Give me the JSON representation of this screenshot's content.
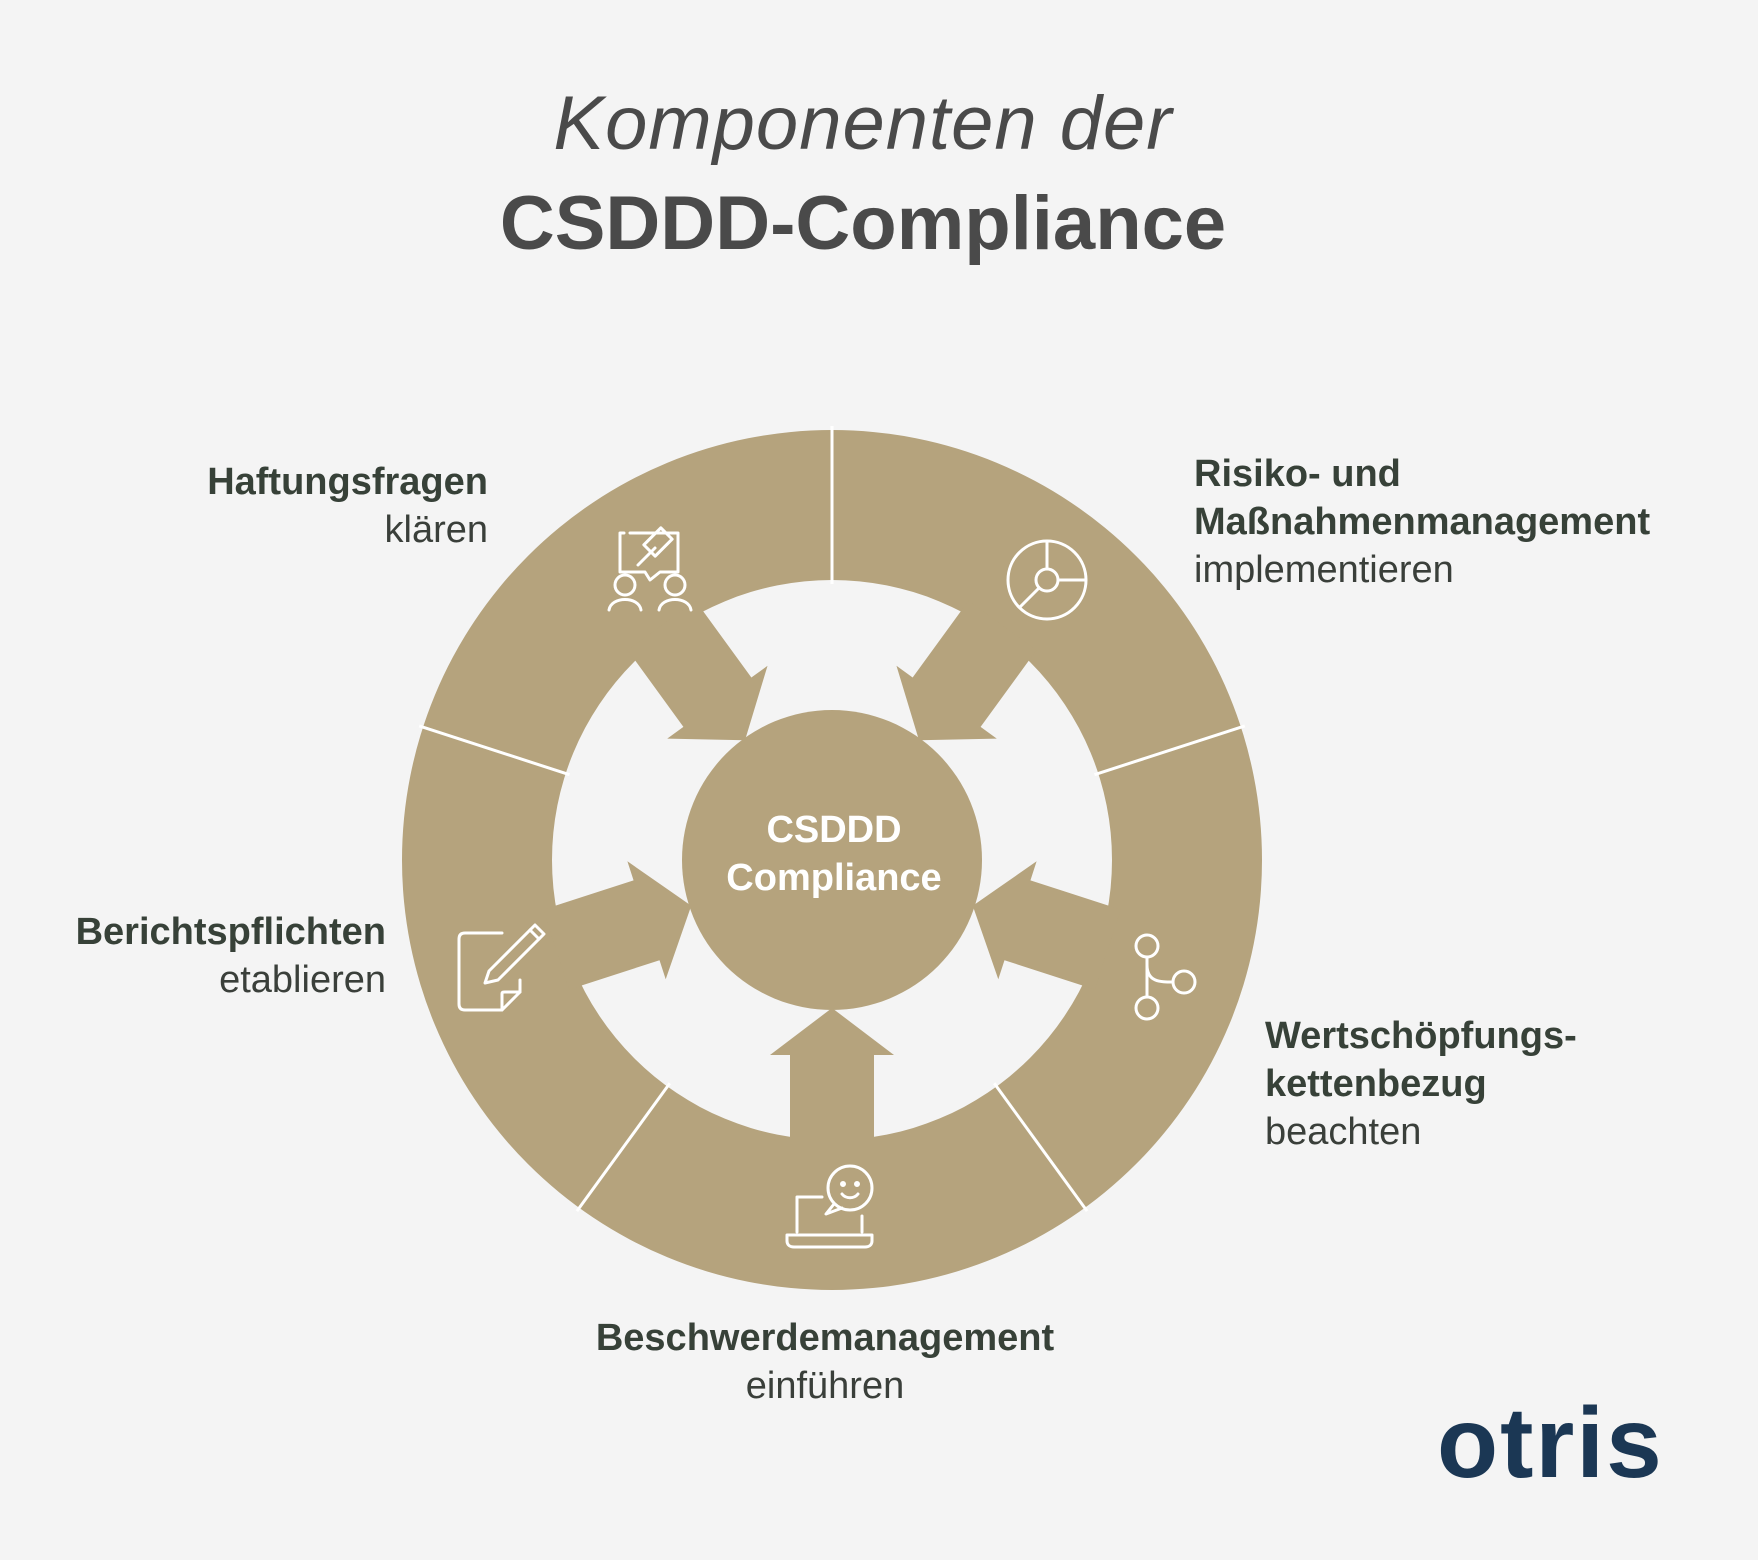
{
  "title": {
    "line1": "Komponenten der",
    "line2": "CSDDD-Compliance"
  },
  "center": {
    "line1": "CSDDD",
    "line2": "Compliance"
  },
  "segments": [
    {
      "id": "haftung",
      "title": "Haftungsfragen",
      "subtitle": "klären",
      "icon": "gavel-people-icon"
    },
    {
      "id": "risiko",
      "title_line1": "Risiko- und",
      "title_line2": "Maßnahmenmanagement",
      "subtitle": "implementieren",
      "icon": "pie-chart-icon"
    },
    {
      "id": "wertschoepfung",
      "title_line1": "Wertschöpfungs-",
      "title_line2": "kettenbezug",
      "subtitle": "beachten",
      "icon": "branch-icon"
    },
    {
      "id": "beschwerde",
      "title": "Beschwerdemanagement",
      "subtitle": "einführen",
      "icon": "laptop-chat-icon"
    },
    {
      "id": "bericht",
      "title": "Berichtspflichten",
      "subtitle": "etablieren",
      "icon": "document-pen-icon"
    }
  ],
  "colors": {
    "ring": "#b5a37d",
    "background": "#f4f4f4",
    "text_dark": "#374138",
    "logo": "#1b3754"
  },
  "logo": "otris"
}
